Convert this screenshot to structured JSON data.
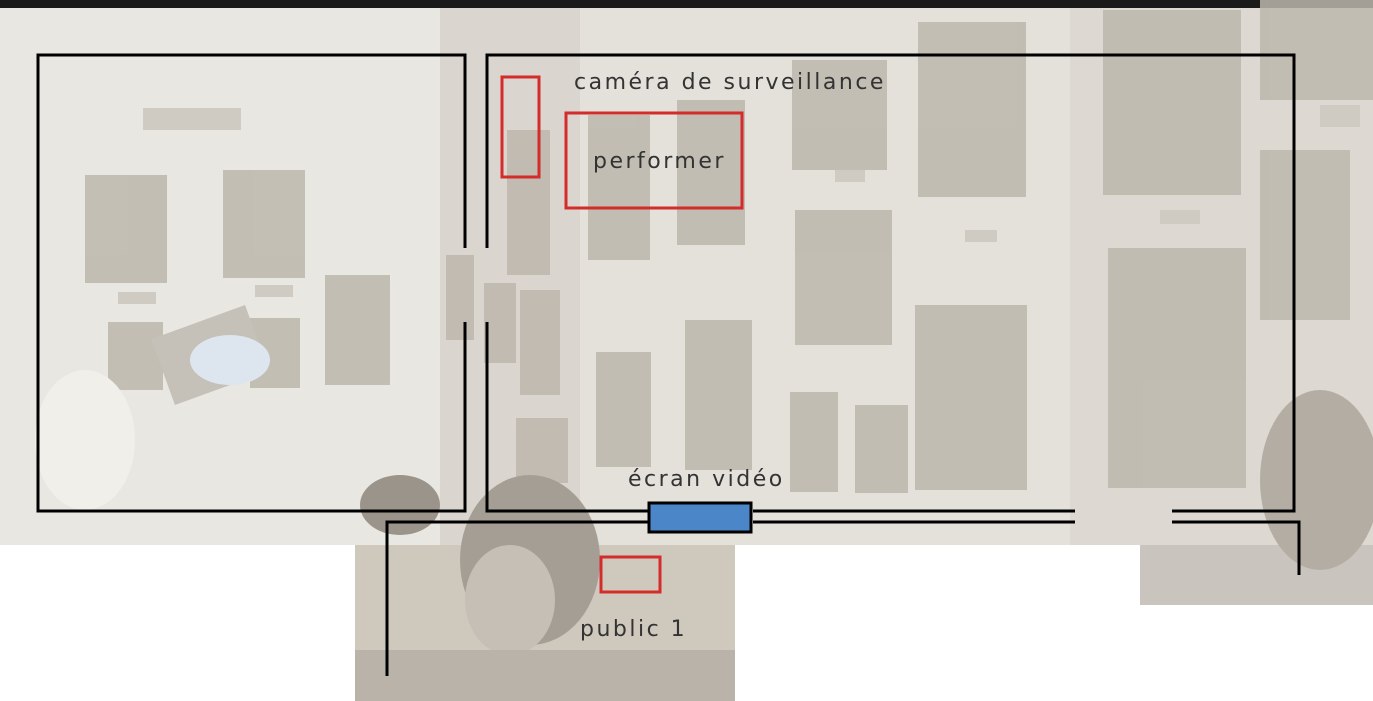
{
  "labels": {
    "camera": "caméra de surveillance",
    "performer": "performer",
    "screen": "écran vidéo",
    "public": "public 1"
  },
  "colors": {
    "walls": "#000000",
    "markers": "#d42b2b",
    "screen_fill": "#4a86c8",
    "photo_overlay": "#e9e6e0"
  }
}
